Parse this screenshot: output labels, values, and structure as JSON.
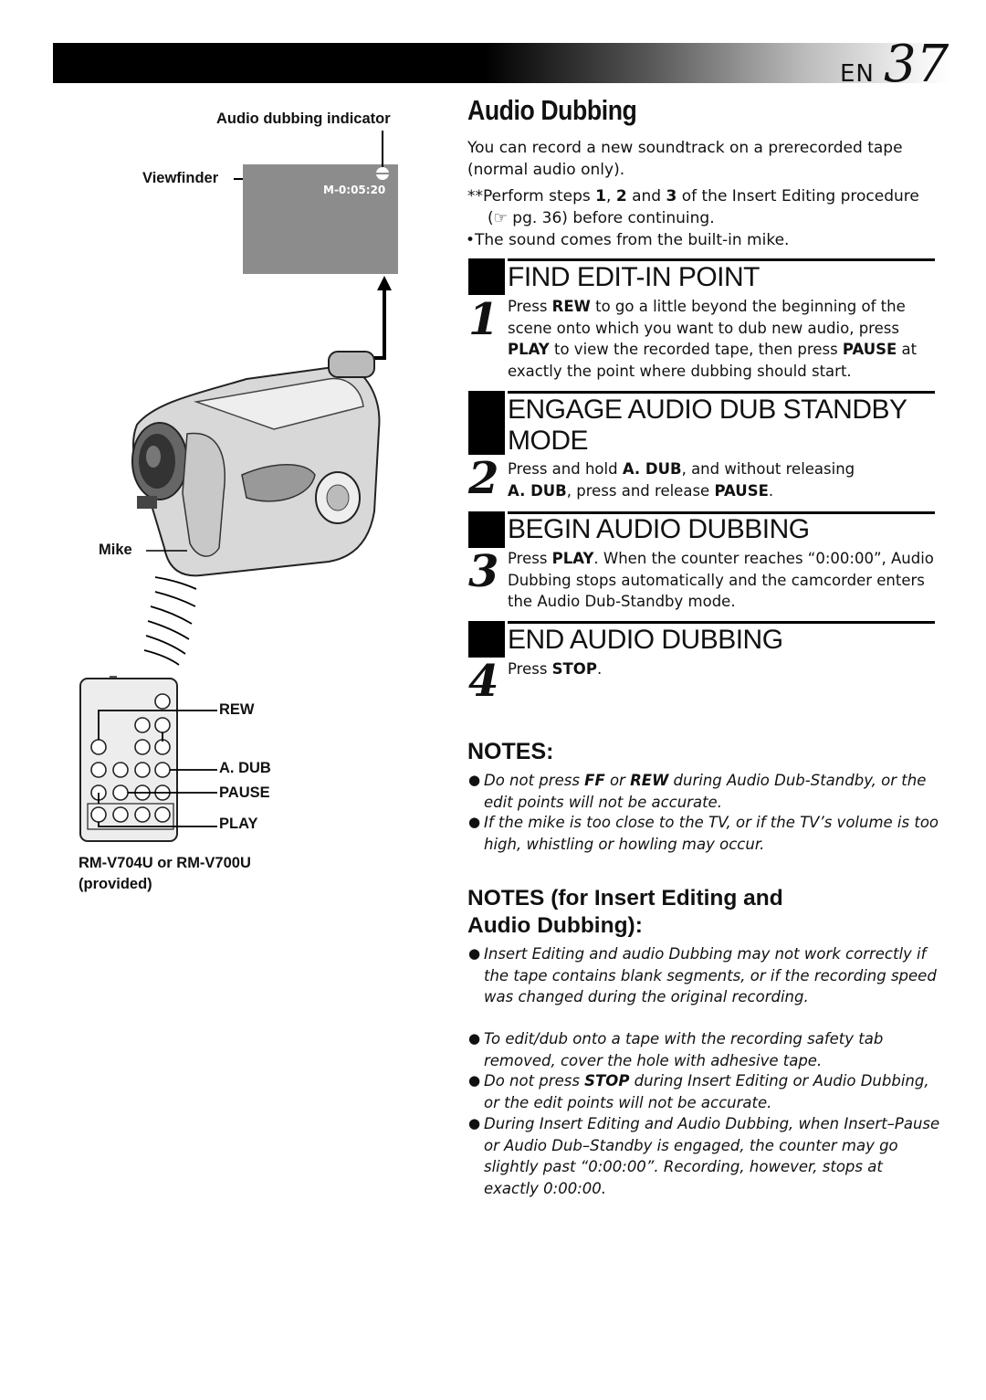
{
  "header": {
    "lang": "EN",
    "page_number": "37"
  },
  "section_title": "Audio Dubbing",
  "intro": {
    "text": "You can record a new soundtrack on a prerecorded tape (normal audio only).",
    "prereq": {
      "prefix": "**Perform steps ",
      "s1": "1",
      "sep1": ", ",
      "s2": "2",
      "and": " and ",
      "s3": "3",
      "suffix": " of the Insert Editing procedure",
      "ref": "(☞ pg. 36) before continuing."
    },
    "mike_note": "•The sound comes from the built-in mike."
  },
  "steps": [
    {
      "number": "1",
      "title": "FIND EDIT-IN POINT",
      "body": {
        "a": "Press ",
        "b": "REW",
        "c": " to go a little beyond the beginning of the scene onto which you want to dub new audio, press ",
        "d": "PLAY",
        "e": " to view the recorded tape, then press ",
        "f": "PAUSE",
        "g": " at exactly the point where dubbing should start."
      }
    },
    {
      "number": "2",
      "title_line1": "ENGAGE AUDIO DUB STANDBY",
      "title_line2": "MODE",
      "body": {
        "a": "Press and hold ",
        "b": "A. DUB",
        "c": ", and without releasing",
        "d": "A. DUB",
        "e": ", press and release ",
        "f": "PAUSE",
        "g": "."
      }
    },
    {
      "number": "3",
      "title": "BEGIN AUDIO DUBBING",
      "body": {
        "a": "Press ",
        "b": "PLAY",
        "c": ". When the counter reaches “0:00:00”, Audio Dubbing stops automatically and the camcorder enters the Audio Dub-Standby mode."
      }
    },
    {
      "number": "4",
      "title": "END AUDIO DUBBING",
      "body": {
        "a": "Press ",
        "b": "STOP",
        "c": "."
      }
    }
  ],
  "notes": {
    "title": "NOTES:",
    "items": [
      {
        "a": "Do not press ",
        "b": "FF",
        "c": " or ",
        "d": "REW",
        "e": " during Audio Dub-Standby, or the edit points will not be accurate."
      },
      {
        "a": "If the mike is too close to the TV, or if the TV’s volume is too high, whistling or howling may occur."
      }
    ]
  },
  "notes_insert": {
    "title_line1": "NOTES (for Insert Editing and",
    "title_line2": "Audio Dubbing):",
    "items": [
      "Insert Editing and audio Dubbing may not work correctly if the tape contains blank segments, or if the recording speed was changed during the original recording.",
      "To edit/dub onto a tape with the recording safety tab removed, cover the hole with adhesive tape.",
      {
        "a": "Do not press ",
        "b": "STOP",
        "c": " during Insert Editing or Audio Dubbing, or the edit points will not be accurate."
      },
      "During Insert Editing and Audio Dubbing, when Insert–Pause or Audio Dub–Standby is engaged, the counter may go slightly past “0:00:00”. Recording, however, stops at exactly 0:00:00."
    ]
  },
  "figure": {
    "audio_dubbing_indicator": "Audio dubbing indicator",
    "viewfinder": "Viewfinder",
    "counter": "M-0:05:20",
    "mike": "Mike",
    "rew": "REW",
    "a_dub": "A. DUB",
    "pause": "PAUSE",
    "play": "PLAY",
    "remote_caption_line1": "RM-V704U or RM-V700U",
    "remote_caption_line2": "(provided)"
  }
}
